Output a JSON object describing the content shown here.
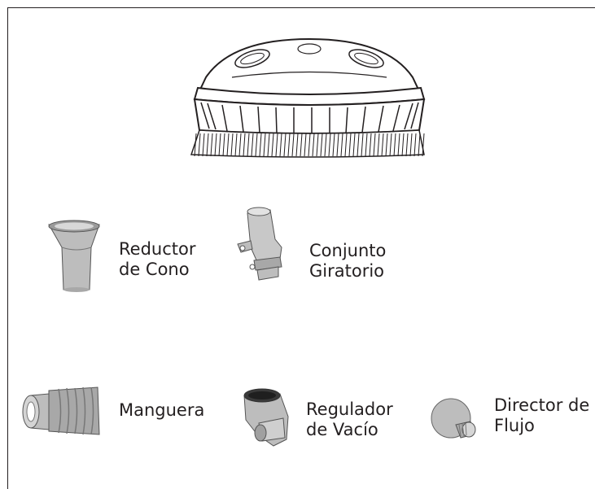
{
  "parts": {
    "cone_reducer": {
      "line1": "Reductor",
      "line2": "de Cono"
    },
    "swivel_assembly": {
      "line1": "Conjunto",
      "line2": "Giratorio"
    },
    "hose": {
      "line1": "Manguera"
    },
    "vacuum_regulator": {
      "line1": "Regulador",
      "line2": "de Vacío"
    },
    "flow_director": {
      "line1": "Director de",
      "line2": "Flujo"
    }
  },
  "colors": {
    "line": "#231f20",
    "part_fill": "#bdbdbd",
    "part_dark": "#8c8c8c"
  }
}
